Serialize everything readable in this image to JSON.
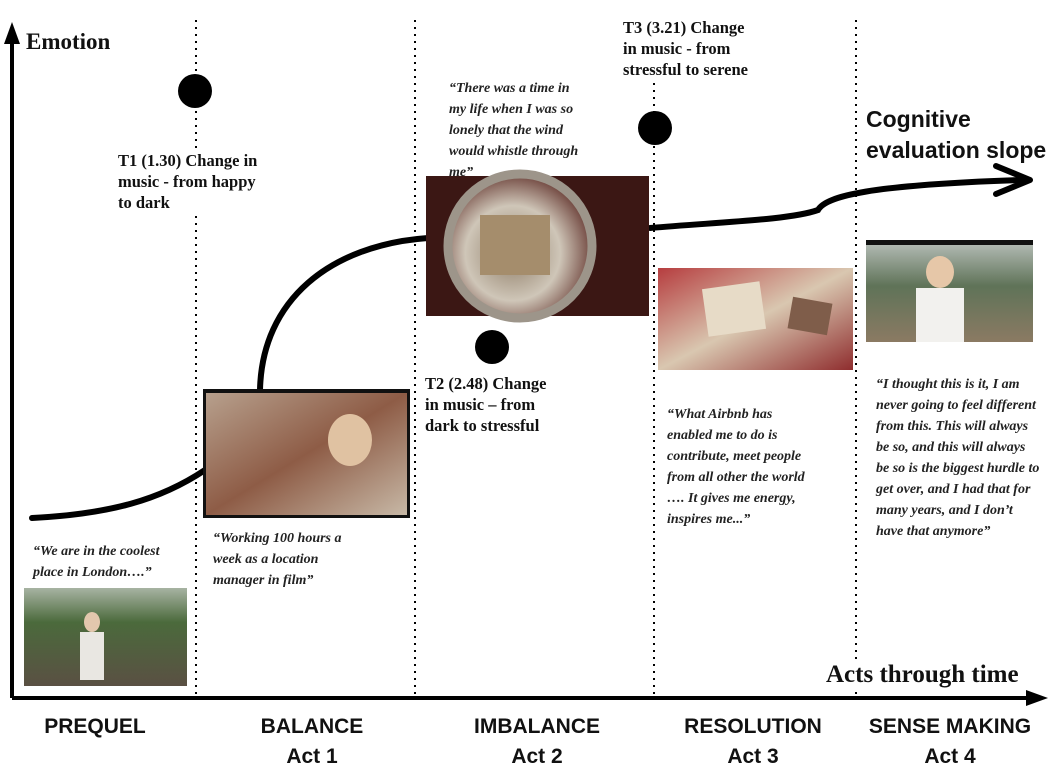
{
  "axes": {
    "y_label": "Emotion",
    "x_label": "Acts through time"
  },
  "curve_label": "Cognitive\nevaluation slope",
  "transitions": [
    {
      "id": "T1",
      "text": "T1 (1.30) Change in\nmusic - from happy\nto dark"
    },
    {
      "id": "T2",
      "text": "T2 (2.48) Change\nin music – from\ndark to stressful"
    },
    {
      "id": "T3",
      "text": "T3 (3.21) Change\nin music - from\nstressful to serene"
    }
  ],
  "quotes": {
    "prequel": "“We are in the coolest\nplace in London….”",
    "act1": "“Working 100 hours a\nweek as a location\nmanager in film”",
    "act2": "“There was a time in\nmy life when I was so\nlonely that the wind\nwould whistle through\nme”",
    "act3": "“What Airbnb has\nenabled me to do is\ncontribute,  meet people\nfrom all other the world\n…. It gives me energy,\ninspires me...”",
    "act4": "“I thought this is it, I am\nnever going to feel different\nfrom this. This will always\nbe so, and this will always\nbe so is the biggest hurdle to\nget over, and I had that for\nmany years, and I don’t\nhave that anymore”"
  },
  "phases": [
    {
      "id": "prequel",
      "label": "PREQUEL"
    },
    {
      "id": "balance",
      "label": "BALANCE\nAct 1"
    },
    {
      "id": "imbalance",
      "label": "IMBALANCE\nAct 2"
    },
    {
      "id": "resolution",
      "label": "RESOLUTION\nAct 3"
    },
    {
      "id": "sense-making",
      "label": "SENSE MAKING\nAct 4"
    }
  ],
  "photos": {
    "prequel": "woman-in-garden-photo",
    "act1": "falling-woman-photo",
    "act2": "porthole-bed-photo",
    "act3": "postcards-photo",
    "act4": "smiling-woman-photo"
  },
  "colors": {
    "line": "#000000",
    "background": "#ffffff"
  }
}
